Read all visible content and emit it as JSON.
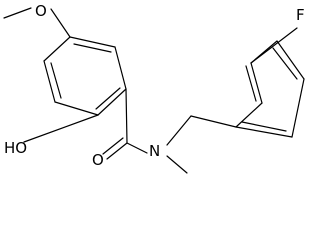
{
  "molecule": {
    "atom_labels": {
      "methoxy_oxygen": "O",
      "fluorine": "F",
      "hydroxyl": "HO",
      "amide_nitrogen": "N",
      "carbonyl_oxygen": "O"
    }
  }
}
